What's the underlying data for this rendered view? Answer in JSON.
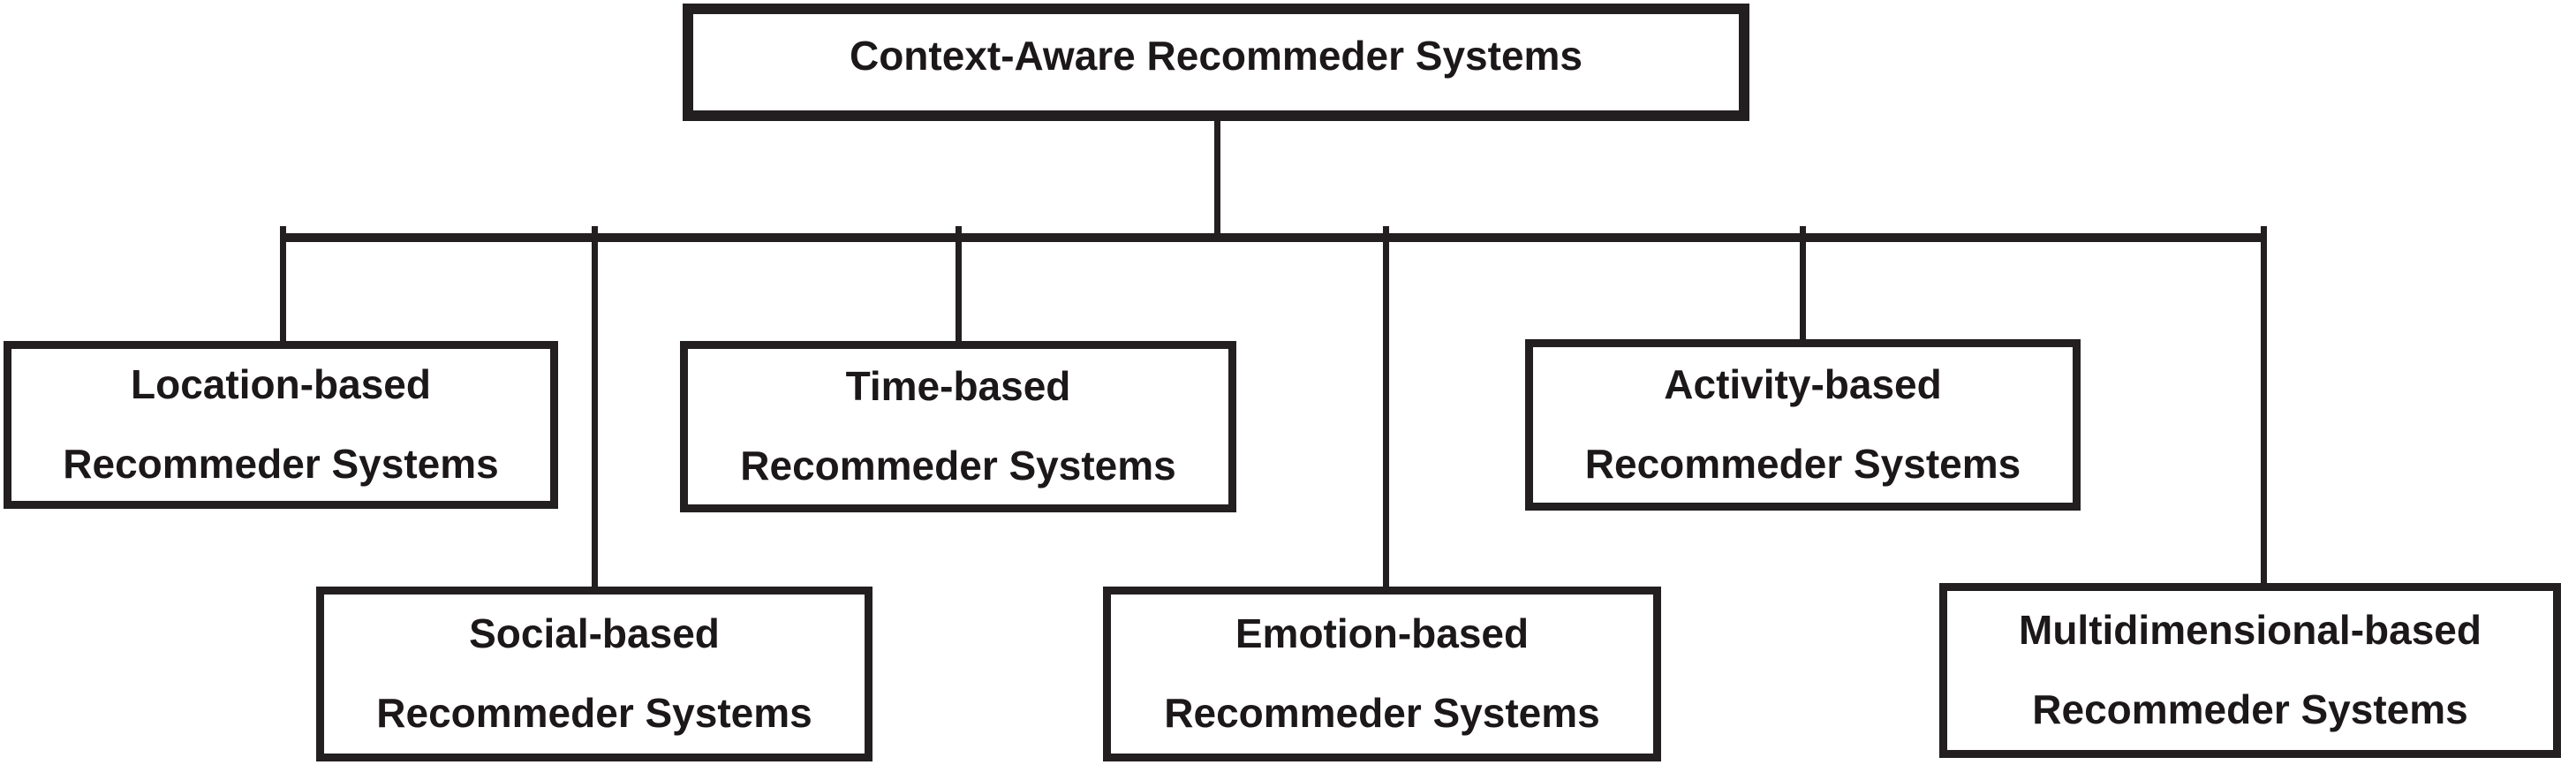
{
  "colors": {
    "line": "#231f20",
    "text": "#1c1819",
    "background": "#ffffff"
  },
  "nodes": {
    "root": {
      "label": "Context-Aware Recommeder Systems"
    },
    "location": {
      "line1": "Location-based",
      "line2": "Recommeder Systems"
    },
    "time": {
      "line1": "Time-based",
      "line2": "Recommeder Systems"
    },
    "activity": {
      "line1": "Activity-based",
      "line2": "Recommeder Systems"
    },
    "social": {
      "line1": "Social-based",
      "line2": "Recommeder Systems"
    },
    "emotion": {
      "line1": "Emotion-based",
      "line2": "Recommeder Systems"
    },
    "multidimensional": {
      "line1": "Multidimensional-based",
      "line2": "Recommeder Systems"
    }
  }
}
